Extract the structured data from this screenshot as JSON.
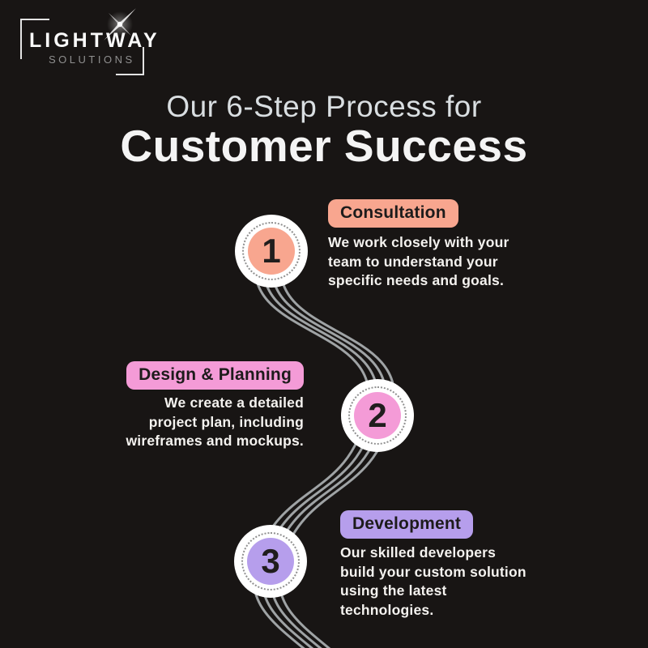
{
  "logo": {
    "brand": "LIGHTWAY",
    "tagline": "SOLUTIONS"
  },
  "header": {
    "subtitle": "Our 6-Step Process for",
    "title": "Customer Success"
  },
  "steps": [
    {
      "number": "1",
      "label": "Consultation",
      "description": "We work closely with your\nteam to understand your\nspecific needs and goals.",
      "accent": "#f8a68f"
    },
    {
      "number": "2",
      "label": "Design & Planning",
      "description": "We create a detailed\nproject plan, including\nwireframes and mockups.",
      "accent": "#f49bd7"
    },
    {
      "number": "3",
      "label": "Development",
      "description": "Our skilled developers\nbuild your custom solution\nusing the latest\ntechnologies.",
      "accent": "#b69eec"
    }
  ],
  "colors": {
    "background": "#181514",
    "connector_line": "#9fa3a5",
    "badge_text": "#1d1b1b",
    "body_text": "#f4f2ef",
    "subtitle_text": "#d9dee1",
    "title_text": "#f4f4f4",
    "number_text": "#201d1d",
    "circle_background": "#ffffff"
  }
}
